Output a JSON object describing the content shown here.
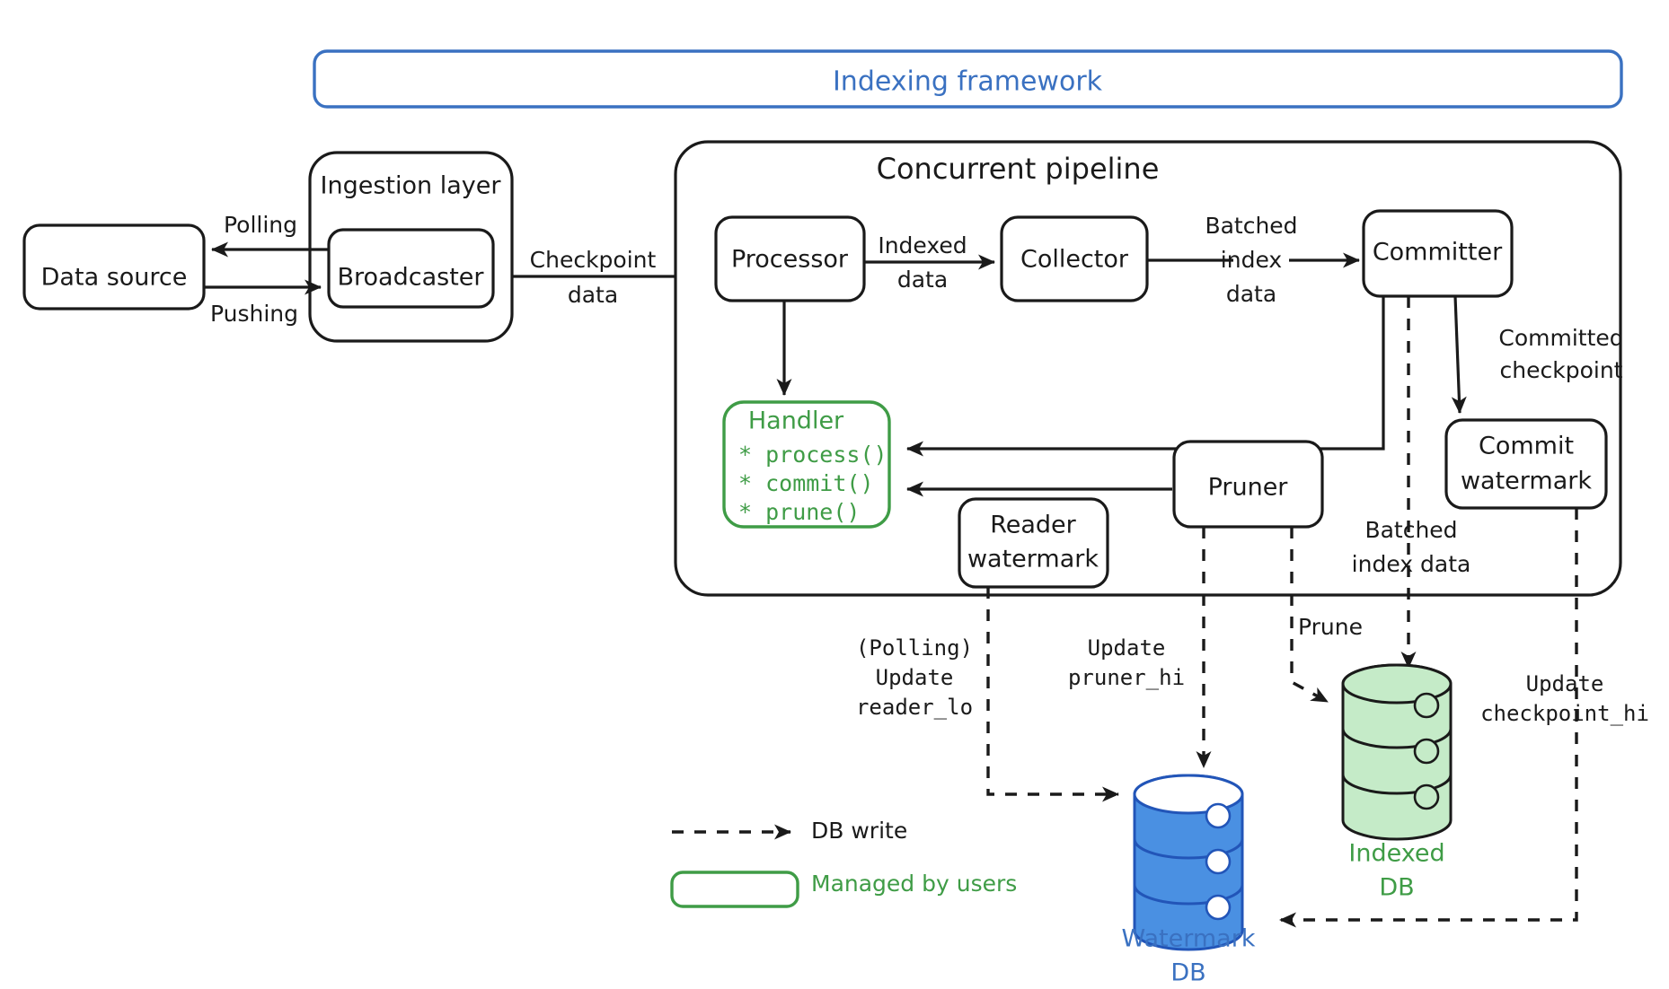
{
  "diagram": {
    "title": "Indexing framework",
    "groups": {
      "framework": "Indexing framework",
      "ingestion": "Ingestion layer",
      "pipeline": "Concurrent pipeline"
    },
    "nodes": {
      "data_source": "Data source",
      "broadcaster": "Broadcaster",
      "processor": "Processor",
      "collector": "Collector",
      "committer": "Committer",
      "commit_watermark_l1": "Commit",
      "commit_watermark_l2": "watermark",
      "pruner": "Pruner",
      "reader_watermark_l1": "Reader",
      "reader_watermark_l2": "watermark",
      "handler_title": "Handler",
      "handler_methods": [
        "* process()",
        "* commit()",
        "* prune()"
      ]
    },
    "databases": {
      "indexed": {
        "line1": "Indexed",
        "line2": "DB",
        "color": "#3f9c46",
        "fill": "#c5ebc8"
      },
      "watermark": {
        "line1": "Watermark",
        "line2": "DB",
        "color": "#3a71c1",
        "fill": "#4a90e2"
      }
    },
    "edges": {
      "polling": "Polling",
      "pushing": "Pushing",
      "checkpoint_data_l1": "Checkpoint",
      "checkpoint_data_l2": "data",
      "indexed_data_l1": "Indexed",
      "indexed_data_l2": "data",
      "batched_index_data_l1": "Batched",
      "batched_index_data_l2": "index",
      "batched_index_data_l3": "data",
      "committed_checkpoint_l1": "Committed",
      "committed_checkpoint_l2": "checkpoint",
      "batched_index_data2_l1": "Batched",
      "batched_index_data2_l2": "index data",
      "prune": "Prune",
      "polling_update_l1": "(Polling)",
      "polling_update_l2": "Update",
      "polling_update_l3": "reader_lo",
      "update_pruner_l1": "Update",
      "update_pruner_l2": "pruner_hi",
      "update_checkpoint_l1": "Update",
      "update_checkpoint_l2": "checkpoint_hi"
    },
    "legend": {
      "db_write": "DB write",
      "managed_by_users": "Managed by users"
    },
    "colors": {
      "accent_blue": "#3a71c1",
      "accent_green": "#3f9c46",
      "ink": "#1a1a1a",
      "db_green_fill": "#c5ebc8",
      "db_blue_fill": "#4a90e2"
    }
  }
}
